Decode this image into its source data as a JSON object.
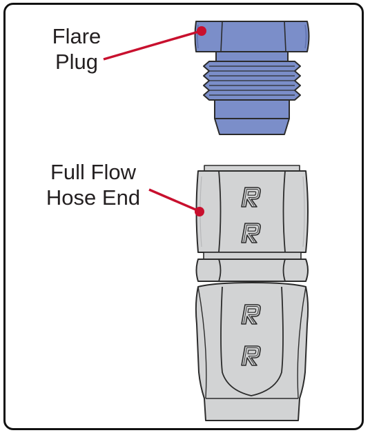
{
  "labels": {
    "flare_plug": {
      "line1": "Flare",
      "line2": "Plug"
    },
    "hose_end": {
      "line1": "Full Flow",
      "line2": "Hose End"
    }
  },
  "colors": {
    "plug_blue": "#7b8ec9",
    "plug_blue_dark": "#5d6fae",
    "hose_silver": "#d2d3d4",
    "hose_silver_dark": "#b7b8ba",
    "leader_red": "#c8102e",
    "outline": "#2b2b2b",
    "frame": "#111111"
  },
  "icons": [
    "flare-plug-part",
    "hose-end-part",
    "r-logo-icon"
  ]
}
